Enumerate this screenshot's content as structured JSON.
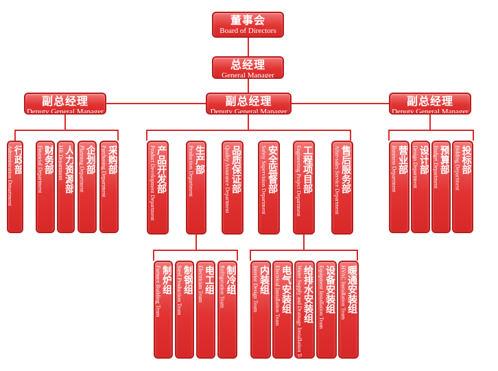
{
  "board": {
    "zh": "董事会",
    "en": "Board of Directors"
  },
  "gm": {
    "zh": "总经理",
    "en": "General Manager"
  },
  "deputies": {
    "left": {
      "zh": "副总经理",
      "en": "Deputy General Manager"
    },
    "center": {
      "zh": "副总经理",
      "en": "Deputy General Manager"
    },
    "right": {
      "zh": "副总经理",
      "en": "Deputy General Manager"
    }
  },
  "left_departments": [
    {
      "zh": "行政部",
      "en": "Administration Department"
    },
    {
      "zh": "财务部",
      "en": "Financial Department"
    },
    {
      "zh": "人力资源部",
      "en": "HR Department"
    },
    {
      "zh": "企划部",
      "en": "Planning Department"
    },
    {
      "zh": "采购部",
      "en": "Purchasing Department"
    }
  ],
  "center_departments": [
    {
      "zh": "产品开发部",
      "en": "Product Development Department"
    },
    {
      "zh": "生产部",
      "en": "Production Department"
    },
    {
      "zh": "品质保证部",
      "en": "Quality Assurance Department"
    },
    {
      "zh": "安全监督部",
      "en": "Safety Supervision Department"
    },
    {
      "zh": "工程项目部",
      "en": "Engineering Project Department"
    },
    {
      "zh": "售后服务部",
      "en": "After-sales Service Department"
    }
  ],
  "right_departments": [
    {
      "zh": "营业部",
      "en": "Business Department"
    },
    {
      "zh": "设计部",
      "en": "Design Department"
    },
    {
      "zh": "预算部",
      "en": "Budget Department"
    },
    {
      "zh": "投标部",
      "en": "Bidding Department"
    }
  ],
  "production_teams": [
    {
      "zh": "制炉组",
      "en": "Furnace Building Team"
    },
    {
      "zh": "制钢组",
      "en": "Steel Production Team"
    },
    {
      "zh": "电工组",
      "en": "Electrician Team"
    },
    {
      "zh": "制冷组",
      "en": "Refrigeration Team"
    }
  ],
  "engineering_teams": [
    {
      "zh": "内装组",
      "en": "Interior Design Team"
    },
    {
      "zh": "电气安装组",
      "en": "Electrical Installation Team"
    },
    {
      "zh": "给排水安装组",
      "en": "Water Supply and Drainage Installation Team"
    },
    {
      "zh": "设备安装组",
      "en": "Equipment Installation Team"
    },
    {
      "zh": "暖通安装组",
      "en": "HVAC Installation Team"
    }
  ]
}
